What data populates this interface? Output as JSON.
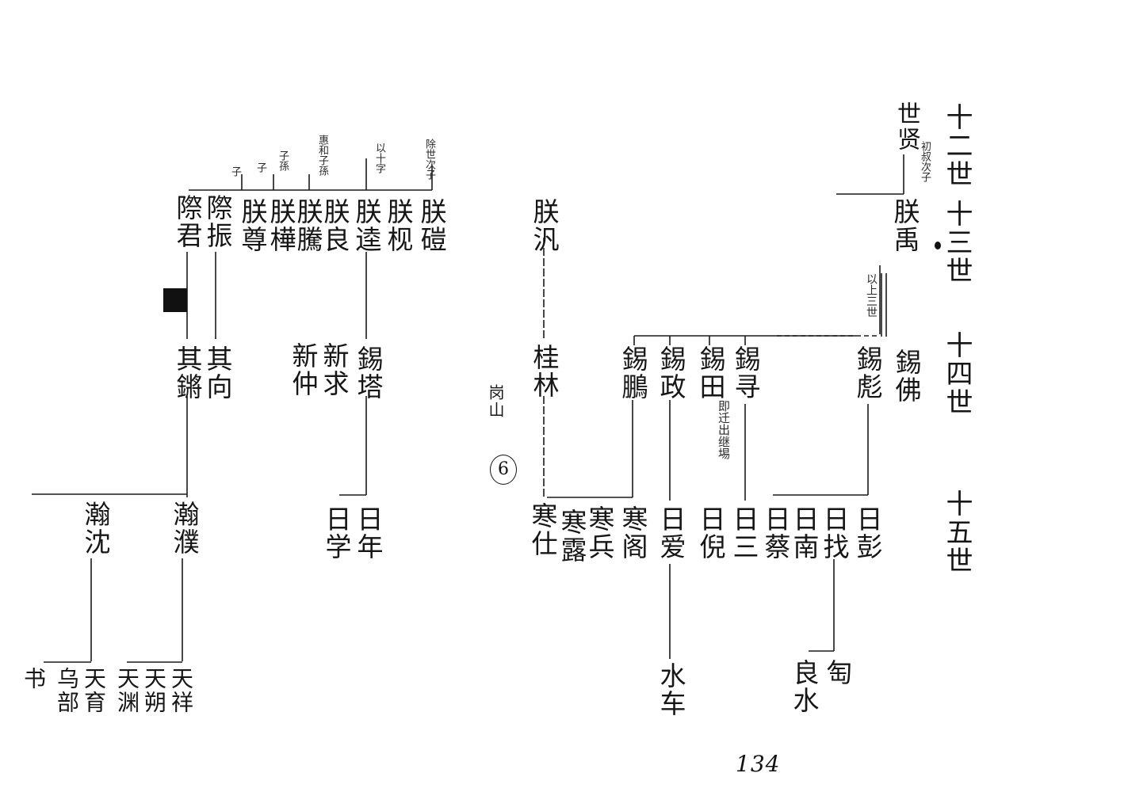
{
  "page_number": "134",
  "generations": {
    "g12": "十二世",
    "g13": "十三世",
    "g14": "十四世",
    "g15": "十五世"
  },
  "top_right": {
    "ancestor_name": "世贤",
    "ancestor_note": "初叔次子",
    "g13_name": "朕禹",
    "margin_note": "以上三世"
  },
  "g13_row": {
    "n1": "朕磑",
    "n2": "朕枧",
    "n3": "朕逵",
    "n4": "朕良",
    "n5": "朕騰",
    "n6": "朕樺",
    "n7": "朕尊",
    "n8": "際振",
    "n9": "際君",
    "n10": "朕汎",
    "note1": "除世次子",
    "note2": "以十字",
    "note3": "惠和子孫",
    "note4": "子孫",
    "note5": "子",
    "note6": "子"
  },
  "g14_row": {
    "n1": "錫彪",
    "n2": "錫佛",
    "n3": "錫寻",
    "n4": "錫田",
    "n5": "錫政",
    "n6": "錫鵬",
    "n7": "桂林",
    "n8": "錫塔",
    "n9": "新求",
    "n10": "新仲",
    "n11": "其向",
    "n12": "其鏘",
    "note_xitian": "即迁出继埸",
    "note_mountain": "岗山",
    "circled": "6"
  },
  "g15_row": {
    "n1": "日彭",
    "n2": "日找",
    "n3": "日南",
    "n4": "日蔡",
    "n5": "日三",
    "n6": "日倪",
    "n7": "日爱",
    "n8": "寒阁",
    "n9": "寒兵",
    "n10": "寒露",
    "n11": "寒仕",
    "n12": "日年",
    "n13": "日学",
    "n14": "瀚濮",
    "n15": "瀚沈"
  },
  "g16_row": {
    "n1": "匋",
    "n2": "良水",
    "n3": "水车",
    "n4": "天祥",
    "n5": "天朔",
    "n6": "天渊",
    "n7": "天育",
    "n8": "乌部",
    "n9": "书"
  }
}
